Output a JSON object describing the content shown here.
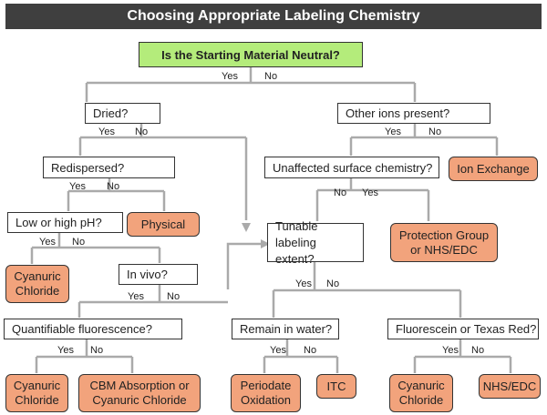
{
  "title": "Choosing Appropriate Labeling Chemistry",
  "nodes": {
    "start": "Is the Starting Material Neutral?",
    "dried": "Dried?",
    "other_ions": "Other ions present?",
    "redispersed": "Redispersed?",
    "unaffected": "Unaffected surface chemistry?",
    "ion_exchange": "Ion Exchange",
    "ph": "Low or high pH?",
    "physical": "Physical",
    "tunable": "Tunable labeling extent?",
    "protection": "Protection Group or NHS/EDC",
    "cyanuric_1": "Cyanuric Chloride",
    "invivo": "In vivo?",
    "quantifiable": "Quantifiable fluorescence?",
    "remain_water": "Remain in water?",
    "fluorescein": "Fluorescein or Texas Red?",
    "cyanuric_2": "Cyanuric Chloride",
    "cbm": "CBM Absorption  or Cyanuric Chloride",
    "periodate": "Periodate Oxidation",
    "itc": "ITC",
    "cyanuric_3": "Cyanuric Chloride",
    "nhs_edc": "NHS/EDC"
  },
  "labels": {
    "yes": "Yes",
    "no": "No"
  }
}
